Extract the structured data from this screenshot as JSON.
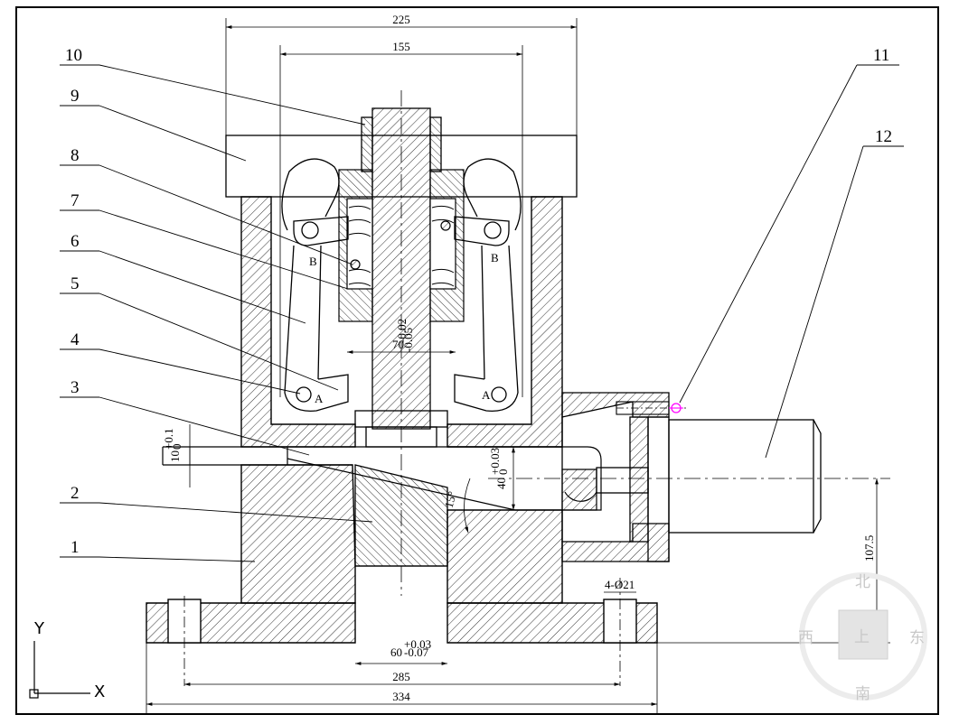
{
  "dimensions": {
    "top_overall": "225",
    "top_inner": "155",
    "shaft_width": "70",
    "shaft_tol_upper": "-0.02",
    "shaft_tol_lower": "-0.05",
    "slot_height": "10",
    "slot_tol_upper": "+0.1",
    "slot_tol_lower": "0",
    "bore": "40",
    "bore_tol_upper": "+0.03",
    "bore_tol_lower": "0",
    "angle": "15°",
    "bottom_slot": "60",
    "bottom_tol_upper": "+0.03",
    "bottom_tol_lower": "-0.07",
    "holes": "4-Ø21",
    "hole_spacing": "285",
    "base_overall": "334",
    "height": "107.5"
  },
  "parts": [
    "1",
    "2",
    "3",
    "4",
    "5",
    "6",
    "7",
    "8",
    "9",
    "10",
    "11",
    "12"
  ],
  "point_labels": {
    "left_a": "A",
    "right_a": "A",
    "left_b": "B",
    "right_b": "B"
  },
  "compass": {
    "north": "北",
    "south": "南",
    "west": "西",
    "east": "东",
    "up": "上"
  },
  "ucs": {
    "x": "X",
    "y": "Y"
  },
  "colors": {
    "line": "#000000",
    "accent": "#ff00ff",
    "compass": "#c8c8c8"
  }
}
